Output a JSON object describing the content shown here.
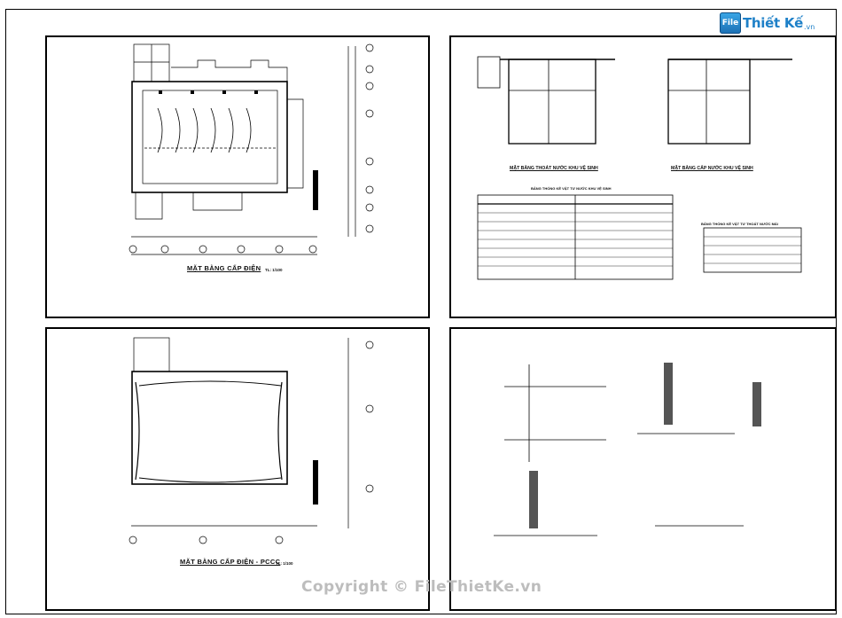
{
  "logo": {
    "mark": "File",
    "name": "Thiết Kế",
    "domain": ".vn"
  },
  "watermark": "Copyright © FileThietKe.vn",
  "sheets": {
    "electrical": {
      "title": "MẶT BẰNG CẤP ĐIỆN",
      "scale": "TL: 1/100"
    },
    "drainage": {
      "plan_left_title": "MẶT BẰNG THOÁT NƯỚC KHU VỆ SINH",
      "plan_right_title": "MẶT BẰNG CẤP NƯỚC KHU VỆ SINH",
      "table_main_title": "BẢNG THỐNG KÊ VẬT TƯ NƯỚC KHU VỆ SINH",
      "table_side_title": "BẢNG THỐNG KÊ VẬT TƯ THOÁT NƯỚC MÁI"
    },
    "fire": {
      "title": "MẶT BẰNG CẤP ĐIỆN - PCCC",
      "scale": "TL: 1/100"
    }
  }
}
